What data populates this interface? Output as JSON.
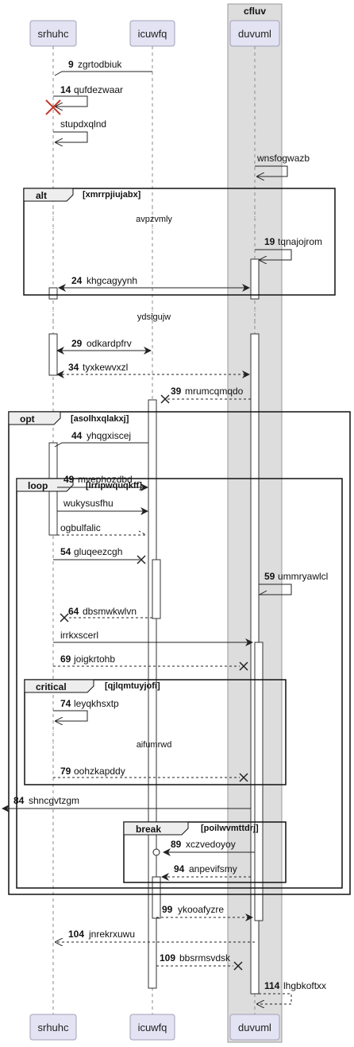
{
  "group_box": {
    "title": "cfluv"
  },
  "participants": [
    {
      "id": "srhuhc",
      "label": "srhuhc"
    },
    {
      "id": "icuwfq",
      "label": "icuwfq"
    },
    {
      "id": "duvuml",
      "label": "duvuml"
    }
  ],
  "messages": [
    {
      "num": "9",
      "text": "zgrtodbiuk"
    },
    {
      "num": "14",
      "text": "qufdezwaar"
    },
    {
      "num": "",
      "text": "stupdxqlnd"
    },
    {
      "num": "",
      "text": "wnsfogwazb"
    },
    {
      "num": "19",
      "text": "tqnajojrom"
    },
    {
      "num": "24",
      "text": "khgcagyynh"
    },
    {
      "num": "29",
      "text": "odkardpfrv"
    },
    {
      "num": "34",
      "text": "tyxkewvxzl"
    },
    {
      "num": "39",
      "text": "mrumcqmqdo"
    },
    {
      "num": "44",
      "text": "yhqgxiscej"
    },
    {
      "num": "49",
      "text": "mvephozdbd"
    },
    {
      "num": "",
      "text": "wukysusfhu"
    },
    {
      "num": "",
      "text": "ogbulfalic"
    },
    {
      "num": "54",
      "text": "gluqeezcgh"
    },
    {
      "num": "59",
      "text": "ummryawlcl"
    },
    {
      "num": "64",
      "text": "dbsmwkwlvn"
    },
    {
      "num": "",
      "text": "irrkxscerl"
    },
    {
      "num": "69",
      "text": "joigkrtohb"
    },
    {
      "num": "74",
      "text": "leyqkhsxtp"
    },
    {
      "num": "79",
      "text": "oohzkapddy"
    },
    {
      "num": "84",
      "text": "shncgvtzgm"
    },
    {
      "num": "89",
      "text": "xczvedoyoy"
    },
    {
      "num": "94",
      "text": "anpevifsmy"
    },
    {
      "num": "99",
      "text": "ykooafyzre"
    },
    {
      "num": "104",
      "text": "jnrekrxuwu"
    },
    {
      "num": "109",
      "text": "bbsrmsvdsk"
    },
    {
      "num": "114",
      "text": "lhgbkoftxx"
    }
  ],
  "frames": [
    {
      "kind": "alt",
      "guard": "[xmrrpjiujabx]"
    },
    {
      "kind": "opt",
      "guard": "[asolhxqlakxj]"
    },
    {
      "kind": "loop",
      "guard": "[lrripwquqkff]"
    },
    {
      "kind": "critical",
      "guard": "[qjlqmtuyjofi]"
    },
    {
      "kind": "break",
      "guard": "[poilwvmttdrj]"
    }
  ],
  "dividers": [
    "avpzvmly",
    "ydsigujw",
    "aifumrwd"
  ]
}
